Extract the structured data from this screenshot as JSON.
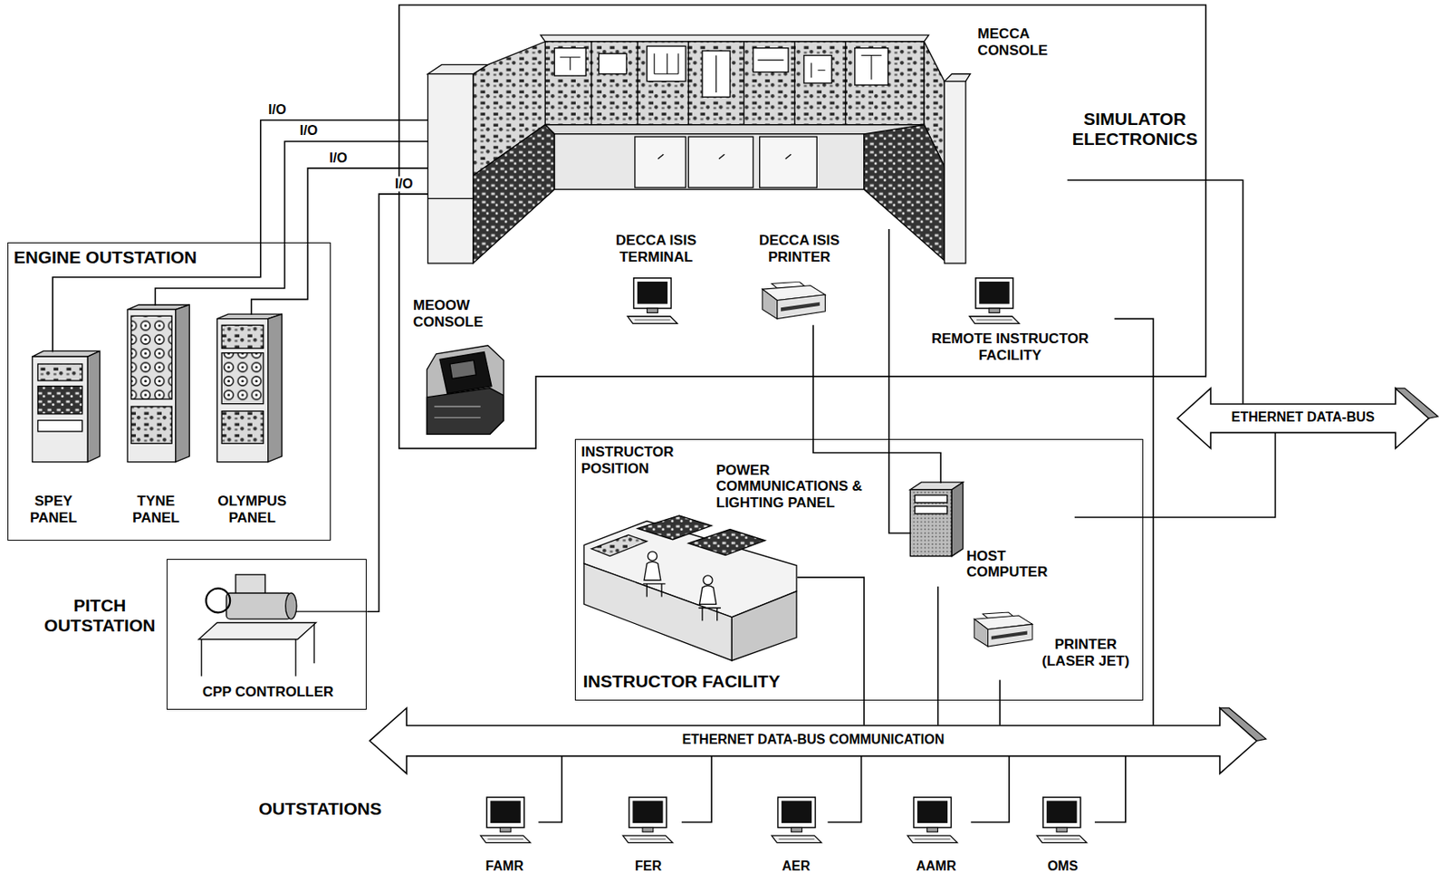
{
  "diagram": {
    "nodes": [
      {
        "text": [
          "SIMULATOR ELECTRONICS"
        ]
      },
      {
        "text": [
          "MECCA CONSOLE"
        ],
        "in": 0
      },
      {
        "text": [
          "DECCA ISIS TERMINAL"
        ],
        "in": 0
      },
      {
        "text": [
          "DECCA ISIS PRINTER"
        ],
        "in": 0
      },
      {
        "text": [
          "MEOOW CONSOLE"
        ],
        "in": 0
      },
      {
        "text": [
          "REMOTE INSTRUCTOR FACILITY"
        ],
        "in": 0
      },
      {
        "text": [
          "ENGINE OUTSTATION"
        ]
      },
      {
        "text": [
          "SPEY PANEL"
        ],
        "in": 6
      },
      {
        "text": [
          "TYNE PANEL"
        ],
        "in": 6
      },
      {
        "text": [
          "OLYMPUS PANEL"
        ],
        "in": 6
      },
      {
        "text": [
          "PITCH OUTSTATION",
          "CPP CONTROLLER"
        ]
      },
      {
        "text": [
          "INSTRUCTOR FACILITY"
        ]
      },
      {
        "text": [
          "INSTRUCTOR POSITION"
        ],
        "in": 11
      },
      {
        "text": [
          "HOST COMPUTER"
        ],
        "in": 11
      },
      {
        "text": [
          "PRINTER (LASER JET)"
        ],
        "in": 11
      },
      {
        "text": [
          "ETHERNET DATA-BUS"
        ]
      },
      {
        "text": [
          "ETHERNET DATA-BUS COMMUNICATION"
        ]
      },
      {
        "text": [
          "FAMR"
        ]
      },
      {
        "text": [
          "FER"
        ]
      },
      {
        "text": [
          "AER"
        ]
      },
      {
        "text": [
          "AAMR"
        ]
      },
      {
        "text": [
          "OMS"
        ]
      }
    ],
    "edges": [
      {
        "from": 1,
        "to": 7,
        "label": "I/O",
        "arrow": "none"
      },
      {
        "from": 1,
        "to": 8,
        "label": "I/O",
        "arrow": "none"
      },
      {
        "from": 1,
        "to": 9,
        "label": "I/O",
        "arrow": "none"
      },
      {
        "from": 1,
        "to": 10,
        "label": "I/O",
        "arrow": "none"
      },
      {
        "from": 1,
        "to": 13,
        "arrow": "none"
      },
      {
        "from": 3,
        "to": 13,
        "arrow": "none"
      },
      {
        "from": 1,
        "to": 15,
        "arrow": "none"
      },
      {
        "from": 5,
        "to": 16,
        "arrow": "none"
      },
      {
        "from": 13,
        "to": 15,
        "arrow": "none"
      },
      {
        "from": 13,
        "to": 16,
        "arrow": "none"
      },
      {
        "from": 14,
        "to": 16,
        "arrow": "none"
      },
      {
        "from": 12,
        "to": 16,
        "arrow": "none"
      },
      {
        "from": 17,
        "to": 16,
        "arrow": "none"
      },
      {
        "from": 18,
        "to": 16,
        "arrow": "none"
      },
      {
        "from": 19,
        "to": 16,
        "arrow": "none"
      },
      {
        "from": 20,
        "to": 16,
        "arrow": "none"
      },
      {
        "from": 21,
        "to": 16,
        "arrow": "none"
      }
    ],
    "labels": [
      "POWER COMMUNICATIONS & LIGHTING PANEL",
      "OUTSTATIONS"
    ]
  }
}
